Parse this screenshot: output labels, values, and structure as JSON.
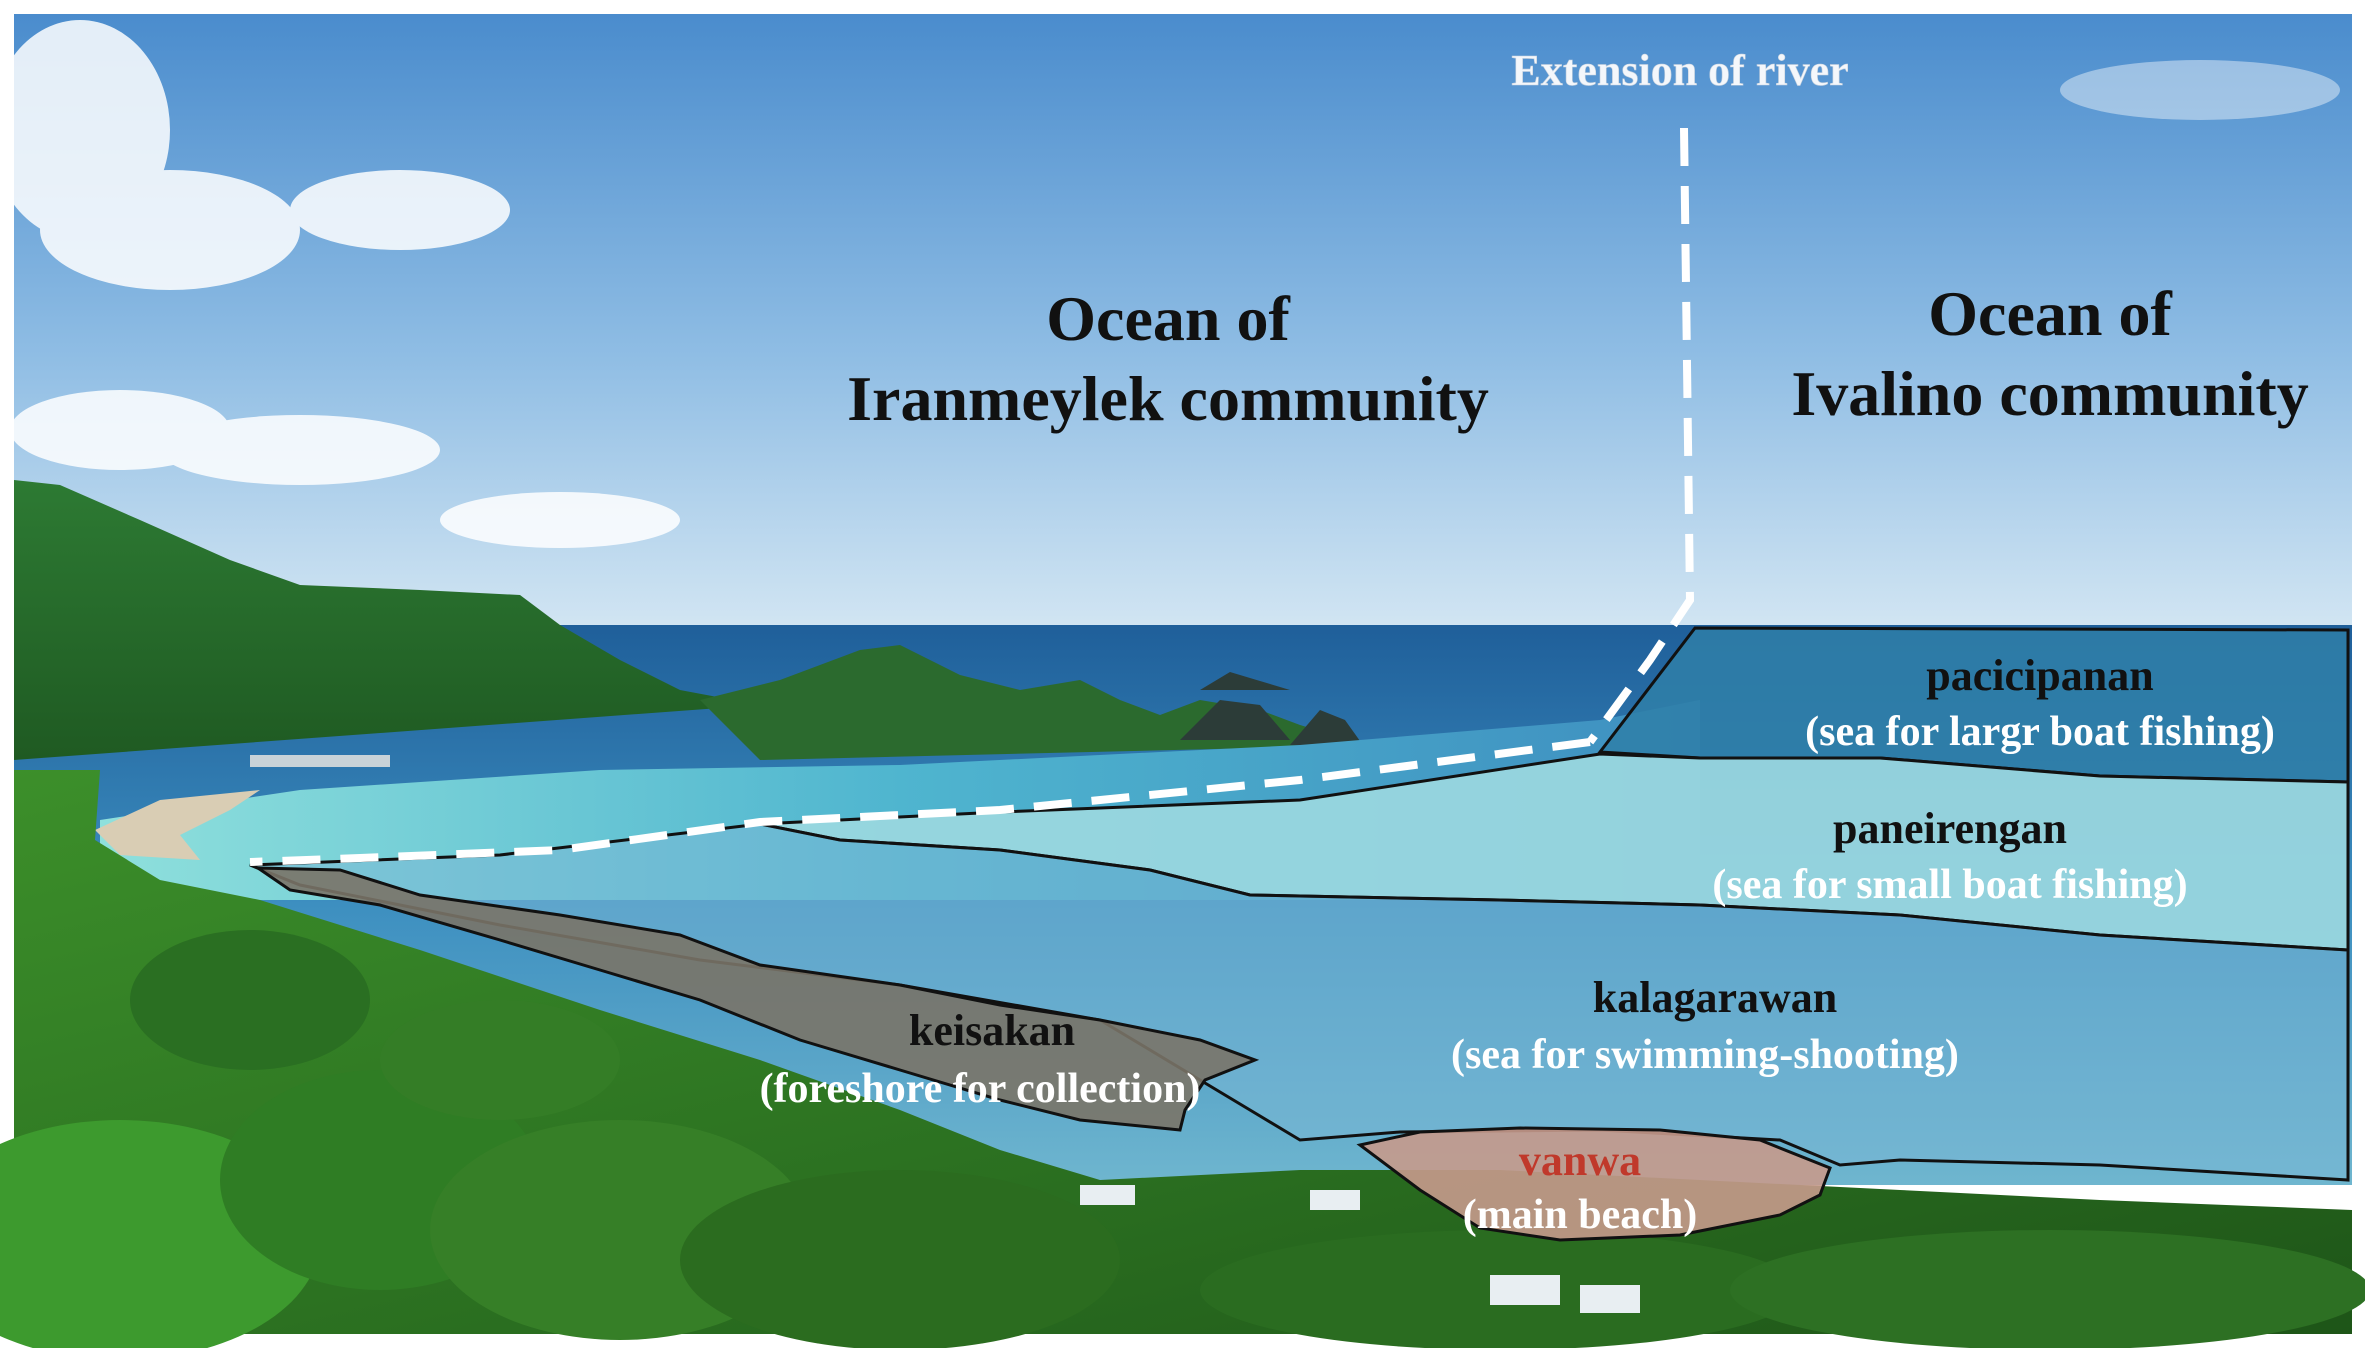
{
  "labels": {
    "river": "Extension of river",
    "iranmeylek_line1": "Ocean of",
    "iranmeylek_line2": "Iranmeylek community",
    "ivalino_line1": "Ocean of",
    "ivalino_line2": "Ivalino community",
    "zones": [
      {
        "name": "pacicipanan",
        "desc": "(sea for largr boat fishing)"
      },
      {
        "name": "paneirengan",
        "desc": "(sea for small boat fishing)"
      },
      {
        "name": "kalagarawan",
        "desc": "(sea for swimming-shooting)"
      },
      {
        "name": "keisakan",
        "desc": "(foreshore for collection)"
      },
      {
        "name": "vanwa",
        "desc": "(main beach)"
      }
    ]
  },
  "colors": {
    "sky_top": "#4f8fd0",
    "sky_bottom": "#cfe4f4",
    "zone_pacicipanan": "#2f7fa8",
    "zone_paneirengan": "#8fd0dc",
    "zone_kalagarawan": "#74b3d4",
    "zone_keisakan": "#7a7468",
    "zone_vanwa": "#c79a8c",
    "vanwa_text": "#c0392b",
    "vegetation": "#2f7a2a"
  }
}
